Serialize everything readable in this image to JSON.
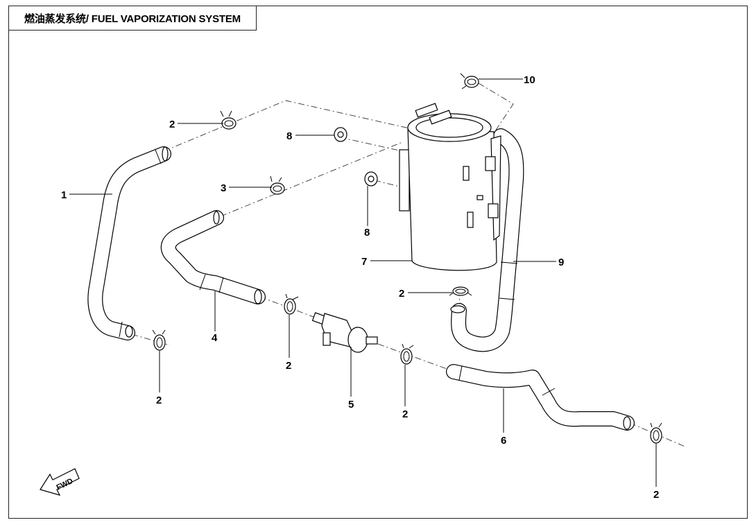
{
  "title": "燃油蒸发系统/ FUEL VAPORIZATION SYSTEM",
  "fwd_label": "FWD",
  "callouts": {
    "c1": "1",
    "c2a": "2",
    "c2b": "2",
    "c2c": "2",
    "c2d": "2",
    "c2e": "2",
    "c2f": "2",
    "c3": "3",
    "c4": "4",
    "c5": "5",
    "c6": "6",
    "c7": "7",
    "c8a": "8",
    "c8b": "8",
    "c9": "9",
    "c10": "10"
  }
}
